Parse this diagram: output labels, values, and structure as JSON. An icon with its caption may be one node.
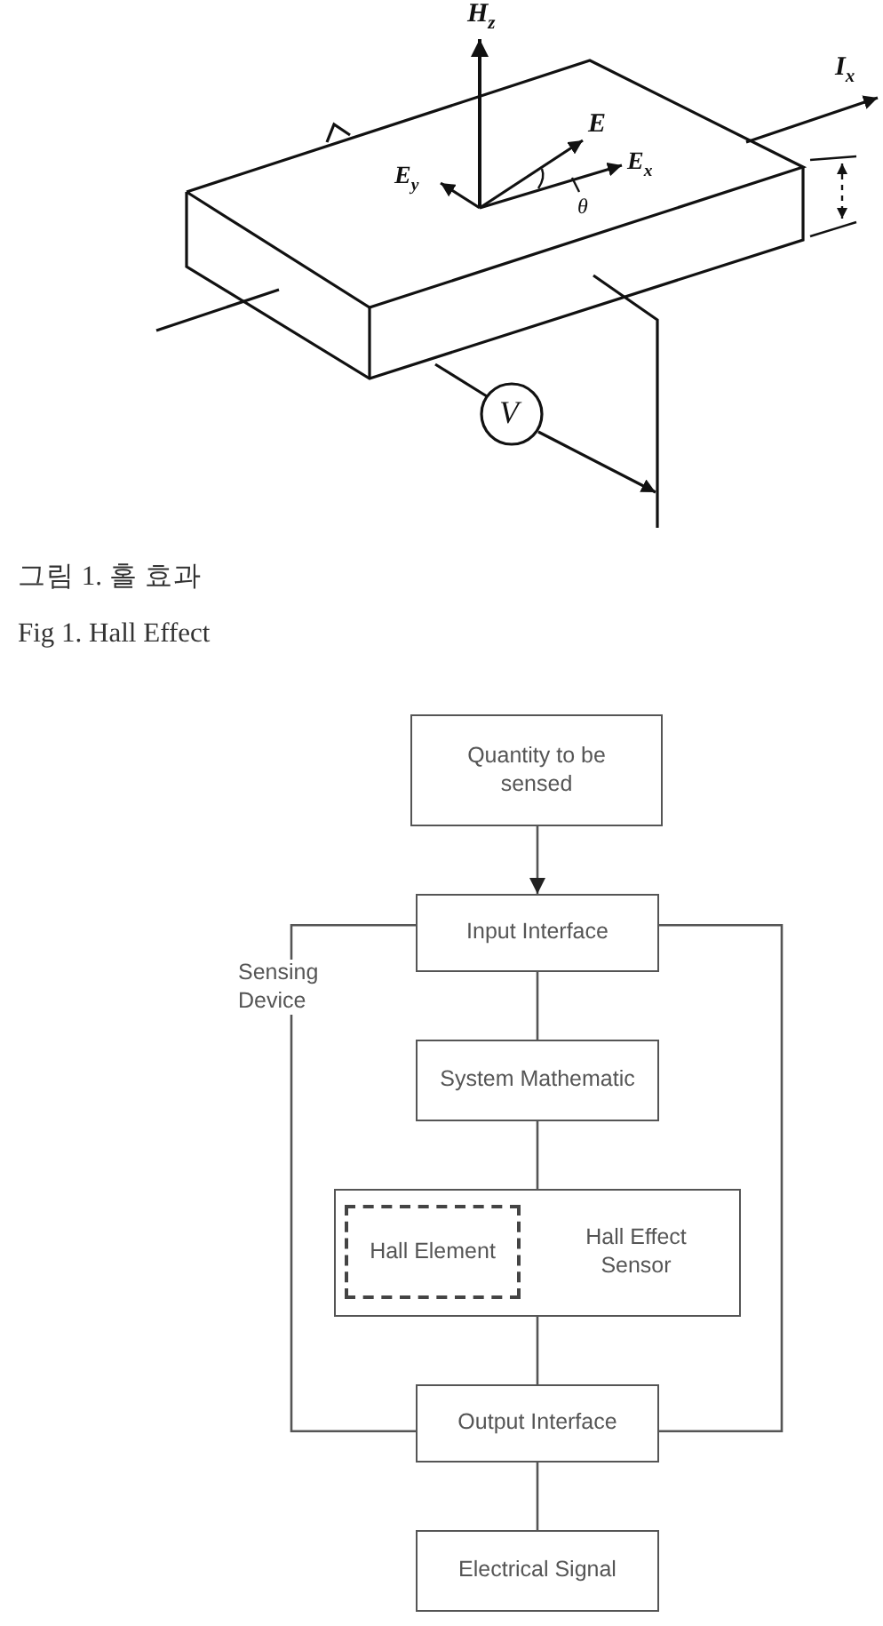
{
  "diagram": {
    "nodes": [
      {
        "text": [
          "Quantity to be sensed"
        ]
      },
      {
        "text": [
          "Input Interface"
        ]
      },
      {
        "text": [
          "System Mathematic"
        ]
      },
      {
        "text": [
          "Hall Effect Sensor"
        ]
      },
      {
        "text": [
          "Hall Element"
        ],
        "in": 3
      },
      {
        "text": [
          "Output Interface"
        ]
      },
      {
        "text": [
          "Electrical Signal"
        ]
      }
    ],
    "edges": [
      {
        "from": 0,
        "to": 1,
        "arrow": "to"
      },
      {
        "from": 1,
        "to": 2,
        "arrow": "none"
      },
      {
        "from": 2,
        "to": 3,
        "arrow": "none"
      },
      {
        "from": 3,
        "to": 5,
        "arrow": "none"
      },
      {
        "from": 5,
        "to": 6,
        "arrow": "none"
      },
      {
        "from": 1,
        "to": 5,
        "arrow": "none"
      },
      {
        "from": 1,
        "to": 5,
        "arrow": "none"
      }
    ],
    "labels": [
      "H$_{z}$",
      "I$_{x}$",
      "E",
      "E$_{x}$",
      "E$_{y}$",
      "θ",
      "V",
      "그림 1.  홀 효과",
      "Fig 1.  Hall Effect",
      "Sensing Device"
    ]
  }
}
